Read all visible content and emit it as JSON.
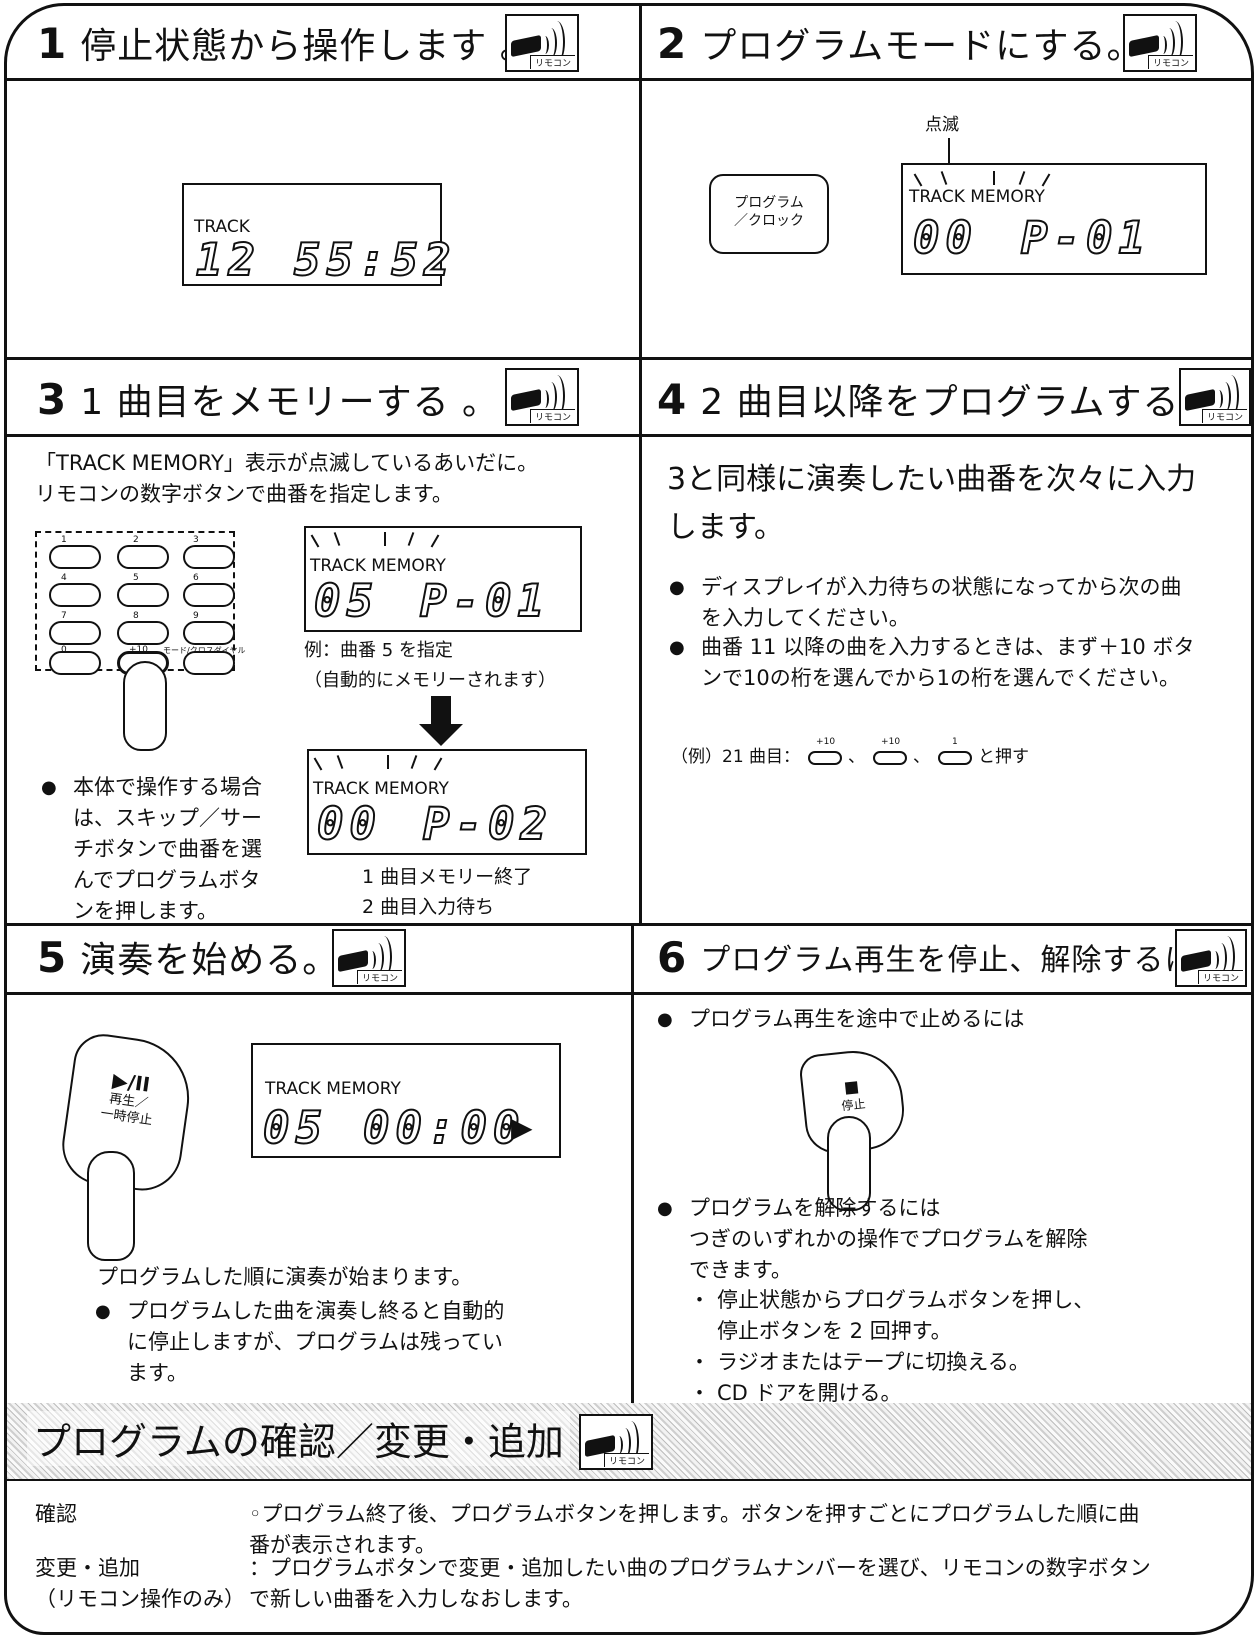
{
  "remote_label": "リモコン",
  "s1": {
    "num": "1",
    "title": "停止状態から操作します 。",
    "lcd_caption": "TRACK",
    "lcd_track": "12",
    "lcd_time": "55:52"
  },
  "s2": {
    "num": "2",
    "title": "プログラムモードにする。",
    "blink_label": "点滅",
    "button": "プログラム\n／クロック",
    "lcd_caption": "TRACK MEMORY",
    "lcd_left": "00",
    "lcd_right": "P-01"
  },
  "s3": {
    "num": "3",
    "title": "1 曲目をメモリーする 。",
    "intro": "「TRACK MEMORY」表示が点滅しているあいだに。\nリモコンの数字ボタンで曲番を指定します。",
    "keys": [
      "1",
      "2",
      "3",
      "4",
      "5",
      "6",
      "7",
      "8",
      "9",
      "0",
      "+10",
      "モード/クロスダイヤル"
    ],
    "lcd1": {
      "caption": "TRACK MEMORY",
      "left": "05",
      "right": "P-01"
    },
    "example": "例：曲番 5 を指定\n（自動的にメモリーされます）",
    "lcd2": {
      "caption": "TRACK MEMORY",
      "left": "00",
      "right": "P-02"
    },
    "note": "本体で操作する場合\nは、スキップ／サー\nチボタンで曲番を選\nんでプログラムボタ\nンを押します。",
    "status": "1 曲目メモリー終了\n2 曲目入力待ち"
  },
  "s4": {
    "num": "4",
    "title": "2 曲目以降をプログラムする。",
    "lead": "3と同様に演奏したい曲番を次々に入力\nします。",
    "bullet1": "ディスプレイが入力待ちの状態になってから次の曲\nを入力してください。",
    "bullet2": "曲番 11 以降の曲を入力するときは、まず＋10 ボタ\nンで10の桁を選んでから1の桁を選んでください。",
    "example_prefix": "（例）21 曲目：",
    "example_keys": [
      "+10",
      "+10",
      "1"
    ],
    "example_suffix": "と押す"
  },
  "s5": {
    "num": "5",
    "title": "演奏を始める。",
    "button_symbol": "▶/II",
    "button_label": "再生／\n一時停止",
    "lcd_caption": "TRACK MEMORY",
    "lcd_left": "05",
    "lcd_right": "00:00",
    "lcd_play": "▶",
    "line": "プログラムした順に演奏が始まります。",
    "bullet": "プログラムした曲を演奏し終ると自動的\nに停止しますが、プログラムは残ってい\nます。"
  },
  "s6": {
    "num": "6",
    "title": "プログラム再生を停止、解除するには",
    "bullet1": "プログラム再生を途中で止めるには",
    "stop_symbol": "■",
    "stop_label": "停止",
    "bullet2": "プログラムを解除するには\nつぎのいずれかの操作でプログラムを解除\nできます。",
    "sub1": "停止状態からプログラムボタンを押し、\n停止ボタンを 2 回押す。",
    "sub2": "ラジオまたはテープに切換える。",
    "sub3": "CD ドアを開ける。"
  },
  "bottom": {
    "title": "プログラムの確認／変更・追加",
    "label1": "確認",
    "text1": "◦プログラム終了後、プログラムボタンを押します。ボタンを押すごとにプログラムした順に曲\n番が表示されます。",
    "label2": "変更・追加\n（リモコン操作のみ）",
    "text2": "：プログラムボタンで変更・追加したい曲のプログラムナンバーを選び、リモコンの数字ボタン\nで新しい曲番を入力しなおします。"
  }
}
